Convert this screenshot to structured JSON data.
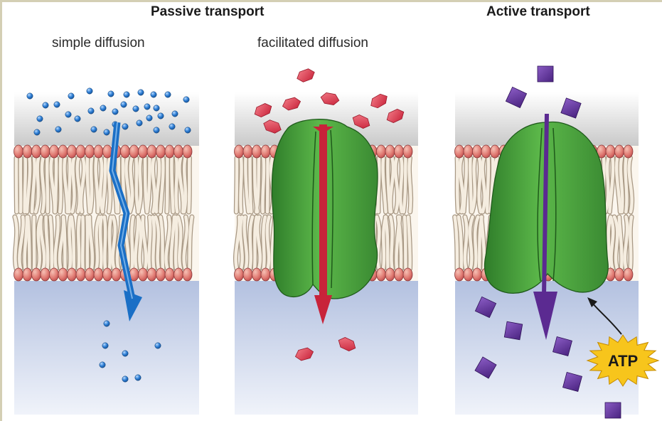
{
  "headings": {
    "passive": "Passive transport",
    "active": "Active transport"
  },
  "panels": {
    "simple": "simple diffusion",
    "facilitated": "facilitated diffusion"
  },
  "atp": {
    "label": "ATP",
    "color": "#f7c51c"
  },
  "colors": {
    "simple_molecule": "#2f7fd6",
    "simple_arrow": "#1a6fc6",
    "facilitated_molecule": "#d9384a",
    "facilitated_arrow": "#c8233a",
    "active_molecule": "#5a2f96",
    "active_arrow": "#5b2a91",
    "protein": "#4da63d",
    "lipid_head": "#e27a7a"
  }
}
